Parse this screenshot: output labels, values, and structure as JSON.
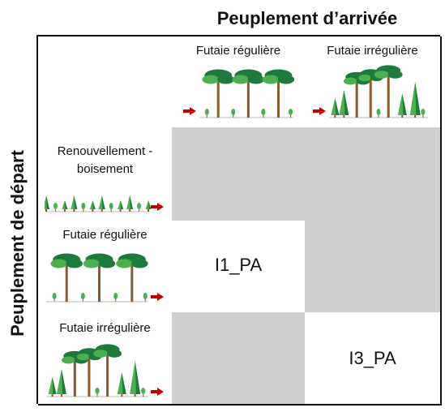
{
  "col_header_title": "Peuplement d’arrivée",
  "row_header_title": "Peuplement de départ",
  "columns": [
    {
      "label": "Futaie régulière",
      "illustration": "regular-high-forest-icon"
    },
    {
      "label": "Futaie irrégulière",
      "illustration": "irregular-high-forest-icon"
    }
  ],
  "rows": [
    {
      "label_line1": "Renouvellement -",
      "label_line2": "boisement",
      "illustration": "regeneration-afforestation-icon"
    },
    {
      "label": "Futaie régulière",
      "illustration": "regular-high-forest-icon"
    },
    {
      "label": "Futaie irrégulière",
      "illustration": "irregular-high-forest-icon"
    }
  ],
  "cells": {
    "r1c1": "",
    "r1c2": "",
    "r2c1": "I1_PA",
    "r2c2": "",
    "r3c1": "",
    "r3c2": "I3_PA"
  },
  "colors": {
    "not_applicable_fill": "#d0cfcf",
    "arrow": "#c00000",
    "foliage_dark": "#1e7a3c",
    "foliage_light": "#4caf50",
    "trunk": "#8a5a2b"
  }
}
